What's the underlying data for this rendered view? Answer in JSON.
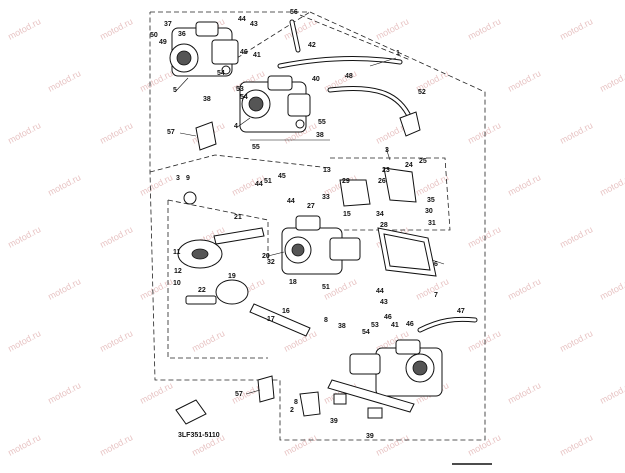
{
  "diagram": {
    "code": "3LF351-5110",
    "watermark": "motod.ru",
    "callouts": [
      "1",
      "2",
      "3",
      "4",
      "5",
      "6",
      "7",
      "8",
      "9",
      "10",
      "11",
      "12",
      "13",
      "15",
      "16",
      "17",
      "18",
      "19",
      "20",
      "21",
      "22",
      "23",
      "24",
      "25",
      "26",
      "27",
      "28",
      "29",
      "30",
      "31",
      "32",
      "33",
      "34",
      "35",
      "36",
      "37",
      "38",
      "39",
      "40",
      "41",
      "42",
      "43",
      "44",
      "45",
      "46",
      "47",
      "48",
      "49",
      "50",
      "51",
      "52",
      "53",
      "54",
      "55",
      "56",
      "57"
    ]
  }
}
